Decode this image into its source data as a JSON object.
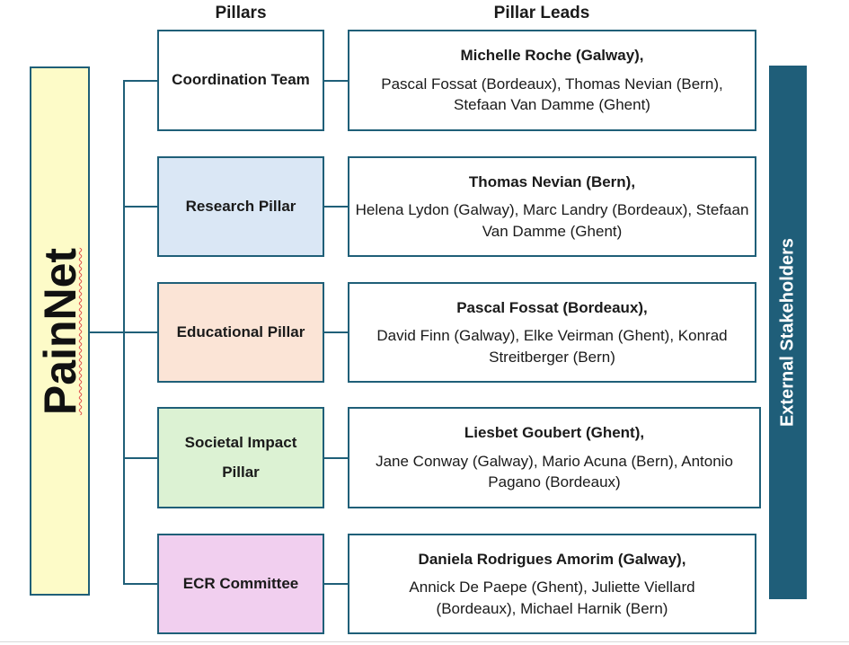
{
  "headers": {
    "pillars": "Pillars",
    "pillar_leads": "Pillar Leads"
  },
  "painnet": {
    "label": "PainNet",
    "bg": "#fdfbc8"
  },
  "external": {
    "label": "External Stakeholders",
    "bg": "#1f5e79"
  },
  "pillars": [
    {
      "name": "Coordination Team",
      "bg": "#ffffff"
    },
    {
      "name": "Research Pillar",
      "bg": "#dae7f5"
    },
    {
      "name": "Educational Pillar",
      "bg": "#fbe4d6"
    },
    {
      "name": "Societal Impact Pillar",
      "bg": "#dcf2d3"
    },
    {
      "name": "ECR Committee",
      "bg": "#f1cfef"
    }
  ],
  "leads": [
    {
      "main": "Michelle Roche (Galway),",
      "others": "Pascal Fossat (Bordeaux),  Thomas Nevian (Bern), Stefaan Van Damme (Ghent)"
    },
    {
      "main": "Thomas Nevian (Bern),",
      "others": "Helena Lydon (Galway), Marc Landry (Bordeaux), Stefaan Van Damme (Ghent)"
    },
    {
      "main": "Pascal Fossat (Bordeaux),",
      "others": "David Finn (Galway), Elke Veirman (Ghent), Konrad Streitberger (Bern)"
    },
    {
      "main": "Liesbet Goubert (Ghent),",
      "others": "Jane Conway (Galway), Mario Acuna (Bern), Antonio Pagano  (Bordeaux)"
    },
    {
      "main": "Daniela Rodrigues Amorim (Galway),",
      "others": "Annick De Paepe (Ghent), Juliette Viellard  (Bordeaux), Michael Harnik (Bern)"
    }
  ],
  "colors": {
    "border": "#1f5f78"
  }
}
